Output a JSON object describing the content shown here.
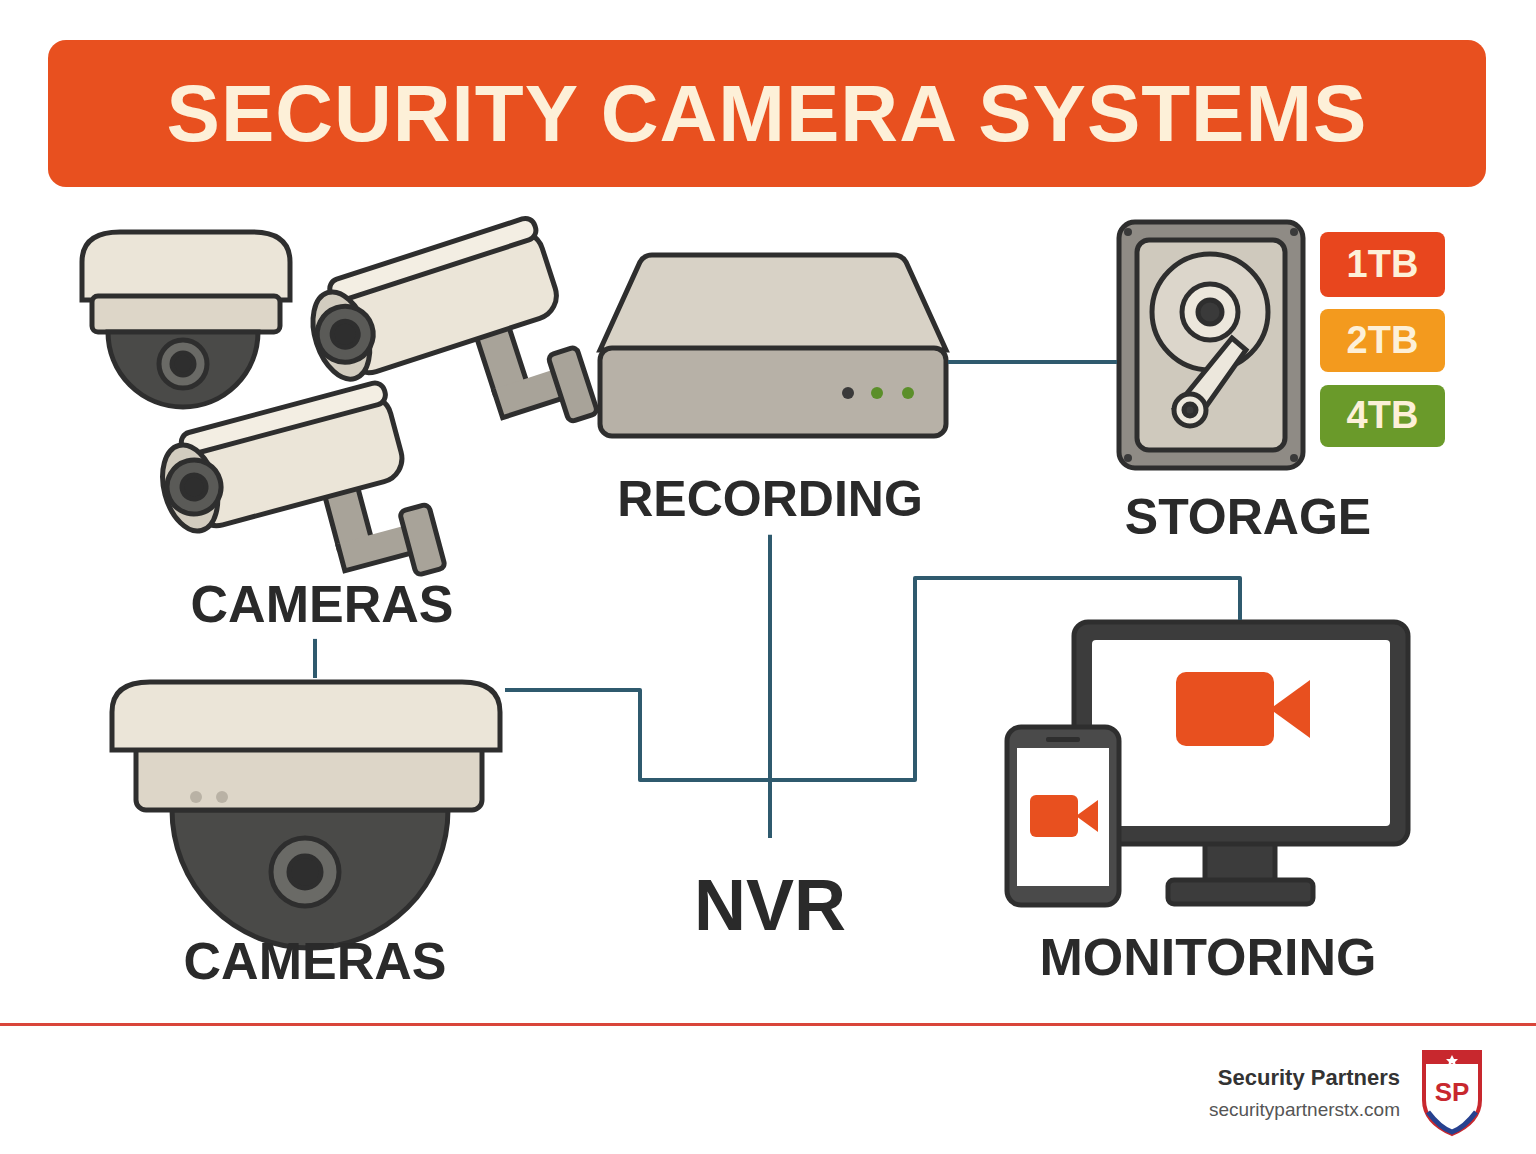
{
  "diagram": {
    "title": "SECURITY CAMERA SYSTEMS",
    "nodes": [
      {
        "text": [
          "CAMERAS"
        ]
      },
      {
        "text": [
          "RECORDING"
        ]
      },
      {
        "text": [
          "STORAGE"
        ]
      },
      {
        "text": [
          "1TB"
        ]
      },
      {
        "text": [
          "2TB"
        ]
      },
      {
        "text": [
          "4TB"
        ]
      },
      {
        "text": [
          "CAMERAS"
        ]
      },
      {
        "text": [
          "NVR"
        ]
      },
      {
        "text": [
          "MONITORING"
        ]
      }
    ],
    "edges": [
      {
        "from": 0,
        "to": 6,
        "arrow": "none"
      },
      {
        "from": 1,
        "to": 2,
        "arrow": "none"
      },
      {
        "from": 6,
        "to": 7,
        "arrow": "none"
      },
      {
        "from": 1,
        "to": 7,
        "arrow": "none"
      },
      {
        "from": 7,
        "to": 8,
        "arrow": "none"
      }
    ],
    "labels": [
      "Security Partners",
      "securitypartnerstx.com",
      "SP"
    ]
  }
}
